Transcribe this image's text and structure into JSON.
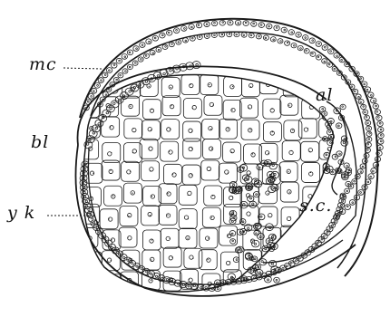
{
  "figure": {
    "labels": {
      "mc": "mc",
      "al": "al",
      "bl": "bl",
      "yk": "y k",
      "sc": "s.c."
    },
    "colors": {
      "ink": "#1a1a1a",
      "paper": "#ffffff"
    }
  }
}
